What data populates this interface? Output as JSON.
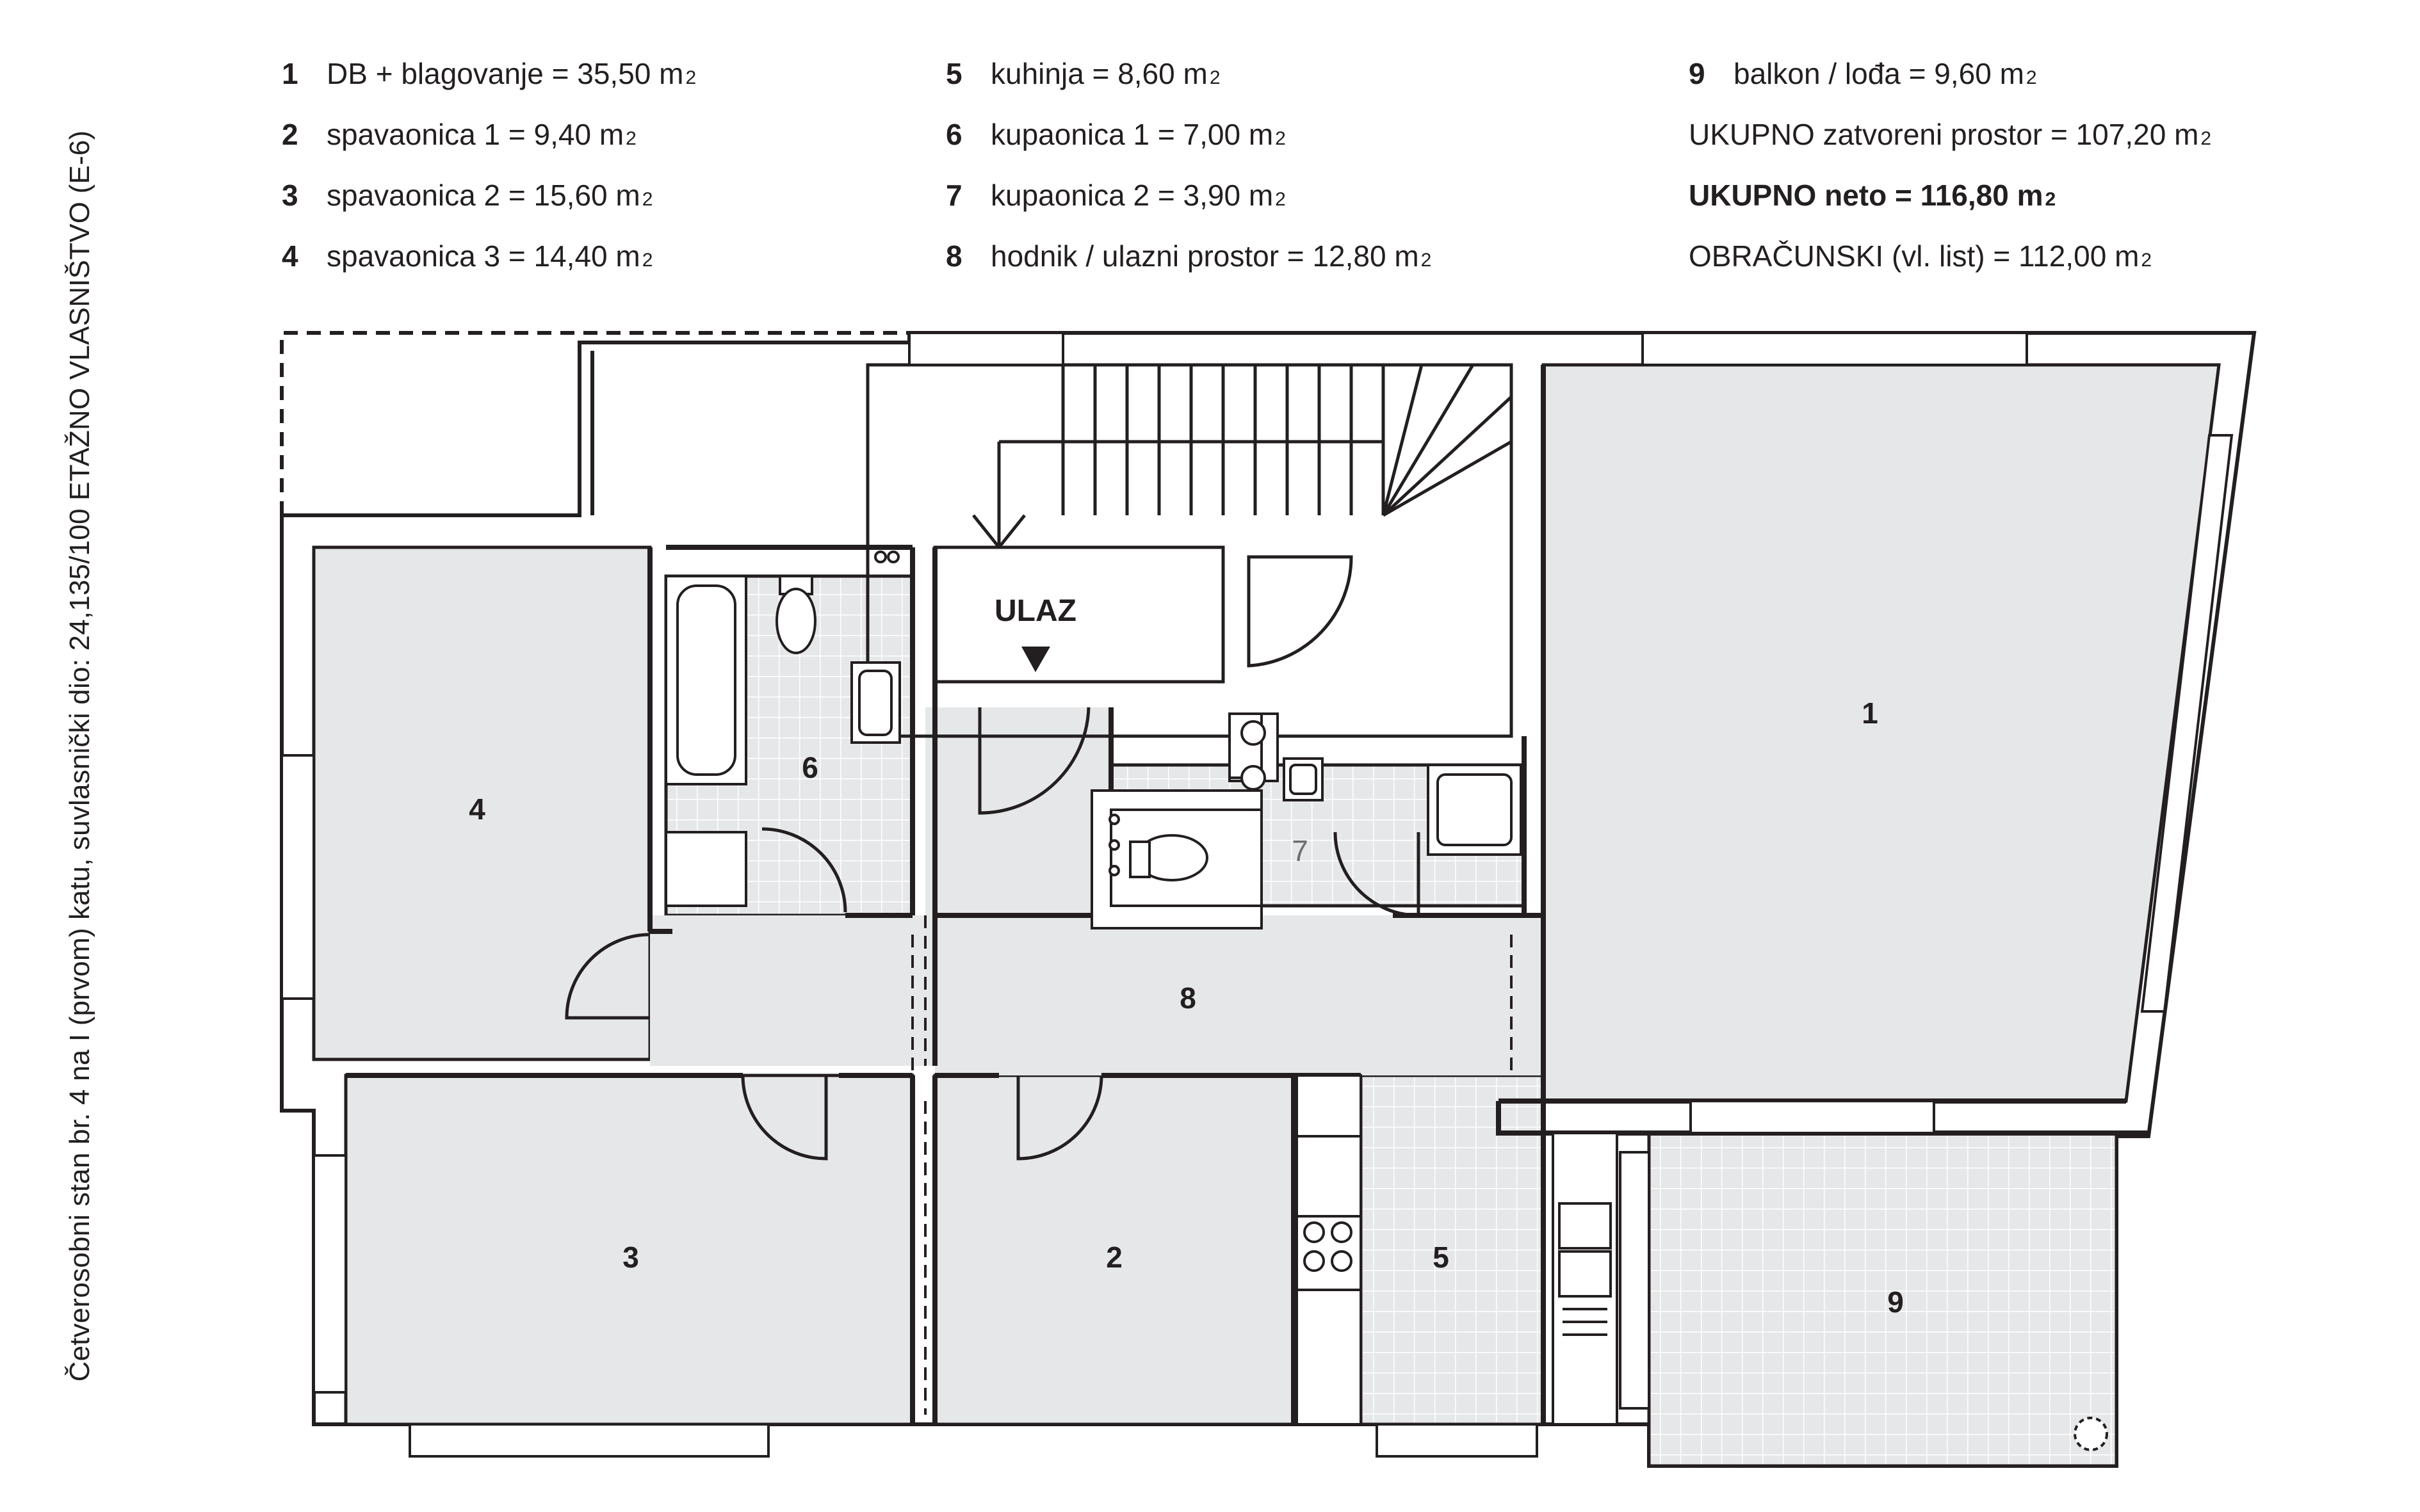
{
  "caption": "Četverosobni stan br. 4 na I (prvom) katu, suvlasnički dio: 24,135/100 ETAŽNO VLASNIŠTVO (E-6)",
  "legend": {
    "col1": [
      {
        "num": "1",
        "text": "DB + blagovanje = 35,50 m",
        "sup": "2"
      },
      {
        "num": "2",
        "text": "spavaonica 1 = 9,40 m",
        "sup": "2"
      },
      {
        "num": "3",
        "text": "spavaonica 2 = 15,60 m",
        "sup": "2"
      },
      {
        "num": "4",
        "text": "spavaonica 3 = 14,40 m",
        "sup": "2"
      }
    ],
    "col2": [
      {
        "num": "5",
        "text": "kuhinja = 8,60 m",
        "sup": "2"
      },
      {
        "num": "6",
        "text": "kupaonica 1 = 7,00 m",
        "sup": "2"
      },
      {
        "num": "7",
        "text": "kupaonica 2 = 3,90 m",
        "sup": "2"
      },
      {
        "num": "8",
        "text": "hodnik / ulazni prostor = 12,80 m",
        "sup": "2"
      }
    ],
    "col3": [
      {
        "num": "9",
        "text": "balkon / lođa = 9,60 m",
        "sup": "2"
      },
      {
        "text": "UKUPNO zatvoreni prostor = 107,20 m",
        "sup": "2"
      },
      {
        "text": "UKUPNO neto = 116,80 m",
        "sup": "2"
      },
      {
        "text": "OBRAČUNSKI (vl. list) = 112,00 m",
        "sup": "2"
      }
    ]
  },
  "plan": {
    "entrance_label": "ULAZ",
    "rooms": {
      "r1": "1",
      "r2": "2",
      "r3": "3",
      "r4": "4",
      "r5": "5",
      "r6": "6",
      "r7": "7",
      "r8": "8",
      "r9": "9"
    }
  },
  "colors": {
    "wall": "#231f20",
    "room_fill": "#e6e7e8",
    "tile_line": "#ffffff",
    "text": "#231f20"
  }
}
